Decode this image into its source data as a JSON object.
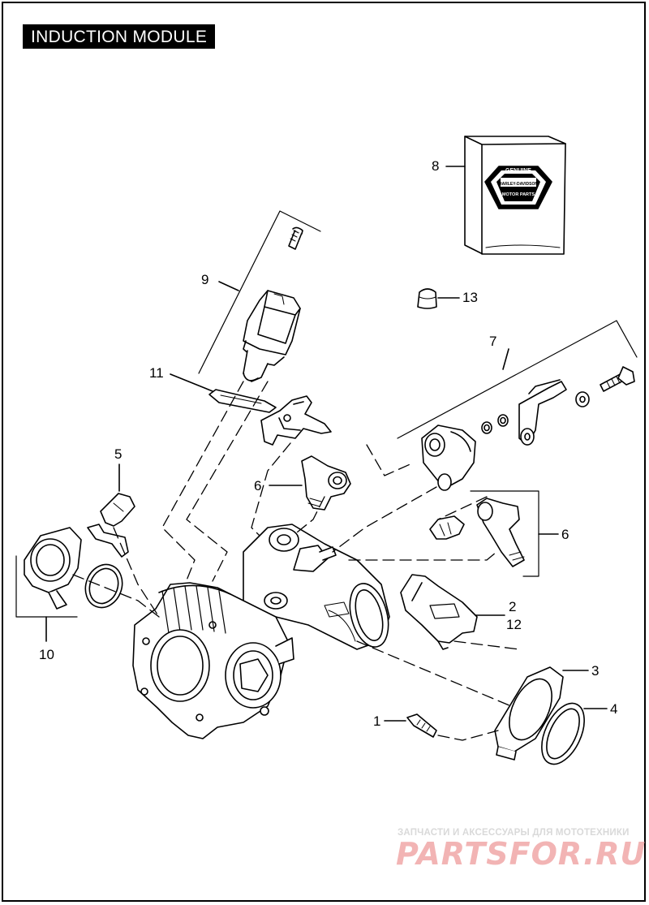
{
  "page": {
    "title": "INDUCTION MODULE"
  },
  "callouts": {
    "c1": "1",
    "c2": "2",
    "c3": "3",
    "c4": "4",
    "c5": "5",
    "c6a": "6",
    "c6b": "6",
    "c7": "7",
    "c8": "8",
    "c9": "9",
    "c10": "10",
    "c11": "11",
    "c12": "12",
    "c13": "13"
  },
  "logo": {
    "top": "GENUINE",
    "brand": "HARLEY-DAVIDSON",
    "bottom": "MOTOR PARTS"
  },
  "watermark": {
    "tagline": "ЗАПЧАСТИ И АКСЕССУАРЫ ДЛЯ МОТОТЕХНИКИ",
    "site": "PARTSFOR.RU",
    "color": "#e04040"
  },
  "colors": {
    "ink": "#000000",
    "background": "#ffffff"
  }
}
